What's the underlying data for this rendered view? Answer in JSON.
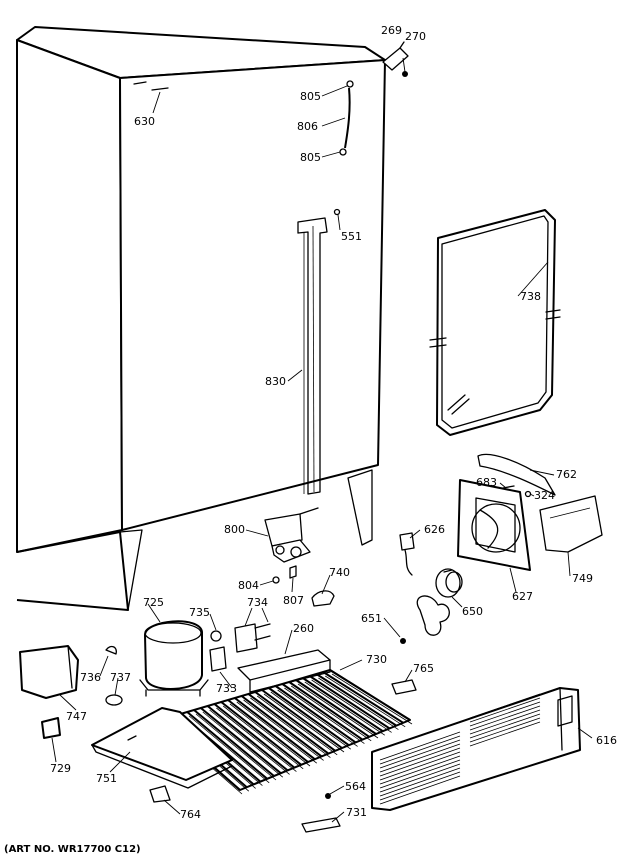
{
  "art_number": "(ART NO. WR17700 C12)",
  "callouts": {
    "c269": "269",
    "c270": "270",
    "c630": "630",
    "c805a": "805",
    "c806": "806",
    "c805b": "805",
    "c551": "551",
    "c738": "738",
    "c830": "830",
    "c762": "762",
    "c683": "683",
    "c324": "324",
    "c800": "800",
    "c626": "626",
    "c749": "749",
    "c804": "804",
    "c807": "807",
    "c740": "740",
    "c627": "627",
    "c650": "650",
    "c725": "725",
    "c735": "735",
    "c734": "734",
    "c260": "260",
    "c651": "651",
    "c730": "730",
    "c736": "736",
    "c737": "737",
    "c765": "765",
    "c733": "733",
    "c747": "747",
    "c616": "616",
    "c751": "751",
    "c729": "729",
    "c564": "564",
    "c764": "764",
    "c731": "731"
  }
}
